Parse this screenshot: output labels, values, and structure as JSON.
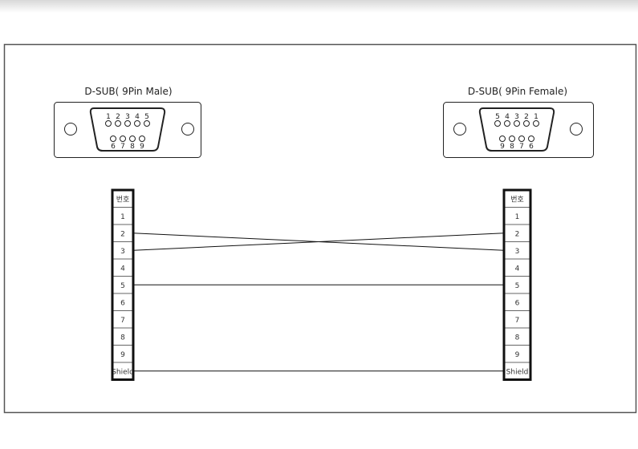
{
  "male": {
    "title": "D-SUB( 9Pin Male)",
    "top_pins": [
      "1",
      "2",
      "3",
      "4",
      "5"
    ],
    "bottom_pins": [
      "6",
      "7",
      "8",
      "9"
    ]
  },
  "female": {
    "title": "D-SUB( 9Pin Female)",
    "top_pins": [
      "5",
      "4",
      "3",
      "2",
      "1"
    ],
    "bottom_pins": [
      "9",
      "8",
      "7",
      "6"
    ]
  },
  "table": {
    "header": "번호",
    "rows": [
      "1",
      "2",
      "3",
      "4",
      "5",
      "6",
      "7",
      "8",
      "9",
      "Shield"
    ]
  },
  "wiring": [
    {
      "from": "2",
      "to": "3"
    },
    {
      "from": "3",
      "to": "2"
    },
    {
      "from": "5",
      "to": "5"
    },
    {
      "from": "Shield",
      "to": "Shield"
    }
  ]
}
